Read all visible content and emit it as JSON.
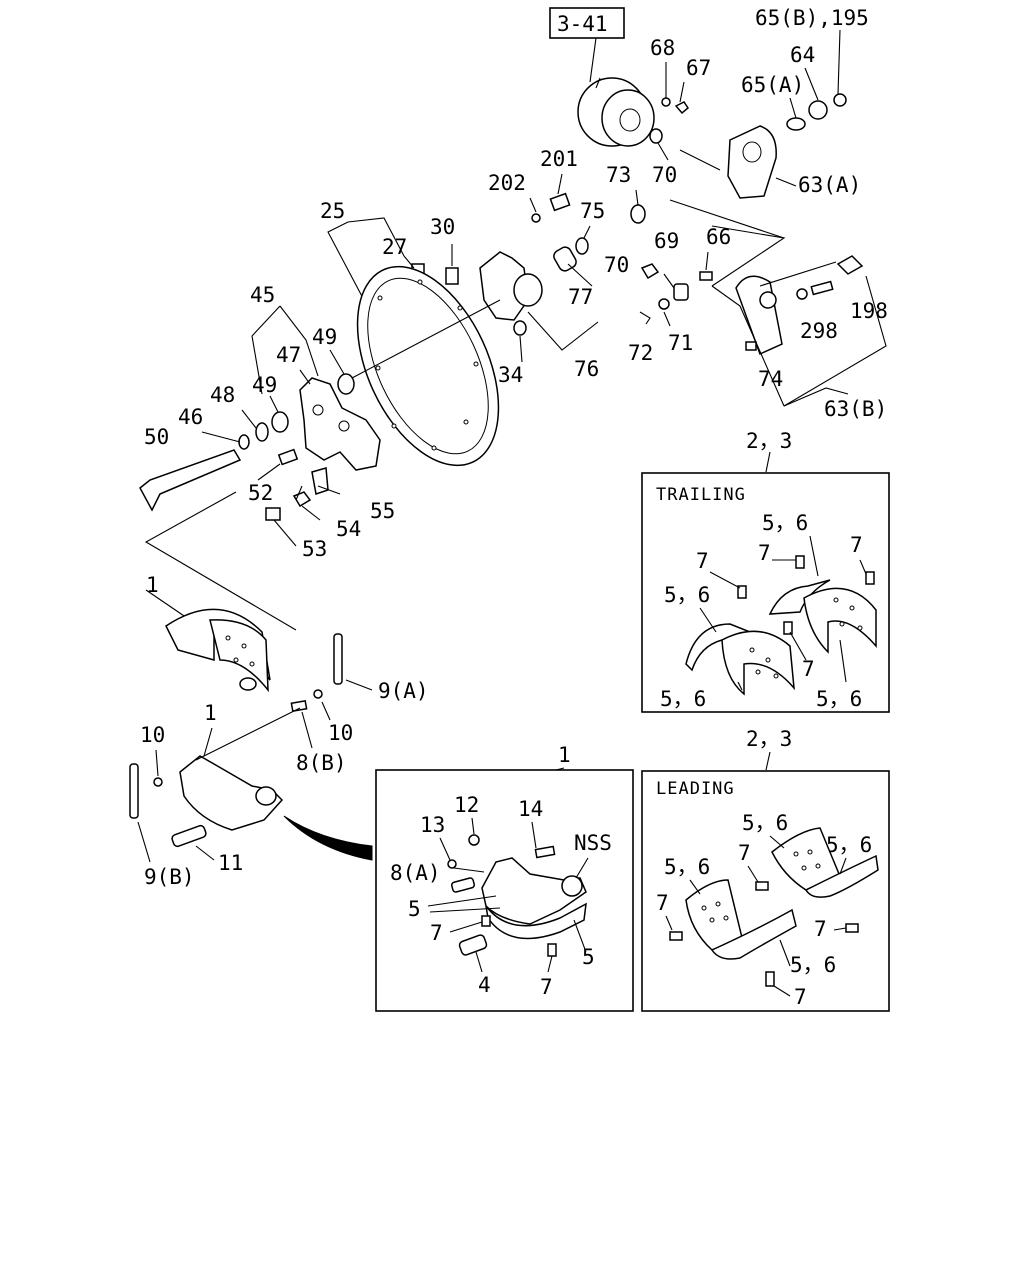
{
  "ref_box": "3-41",
  "labels": {
    "l65b195": "65(B),195",
    "l68": "68",
    "l67": "67",
    "l64": "64",
    "l65a": "65(A)",
    "l70a": "70",
    "l73": "73",
    "l63a": "63(A)",
    "l201": "201",
    "l202": "202",
    "l75": "75",
    "l25": "25",
    "l27": "27",
    "l30": "30",
    "l69": "69",
    "l66": "66",
    "l70b": "70",
    "l77": "77",
    "l198": "198",
    "l298": "298",
    "l71": "71",
    "l72": "72",
    "l76": "76",
    "l34": "34",
    "l74": "74",
    "l63b": "63(B)",
    "l45": "45",
    "l49a": "49",
    "l47": "47",
    "l49b": "49",
    "l48": "48",
    "l46": "46",
    "l50": "50",
    "l52": "52",
    "l55": "55",
    "l54": "54",
    "l53": "53",
    "l1a": "1",
    "l9a": "9(A)",
    "l1b": "1",
    "l10a": "10",
    "l10b": "10",
    "l8b": "8(B)",
    "l9b": "9(B)",
    "l11": "11"
  },
  "panels": {
    "trailing": {
      "ref": "2，3",
      "title": "TRAILING",
      "l56a": "5，6",
      "l7a": "7",
      "l7b": "7",
      "l7c": "7",
      "l56b": "5，6",
      "l7d": "7",
      "l56c": "5，6",
      "l56d": "5，6"
    },
    "shoe": {
      "ref": "1",
      "l12": "12",
      "l14": "14",
      "l13": "13",
      "lnss": "NSS",
      "l8a": "8(A)",
      "l5a": "5",
      "l7a": "7",
      "l5b": "5",
      "l4": "4",
      "l7b": "7"
    },
    "leading": {
      "ref": "2，3",
      "title": "LEADING",
      "l56a": "5，6",
      "l56b": "5，6",
      "l56c": "5，6",
      "l7a": "7",
      "l7b": "7",
      "l7c": "7",
      "l56d": "5，6",
      "l7d": "7"
    }
  },
  "colors": {
    "ink": "#000000",
    "paper": "#ffffff"
  }
}
